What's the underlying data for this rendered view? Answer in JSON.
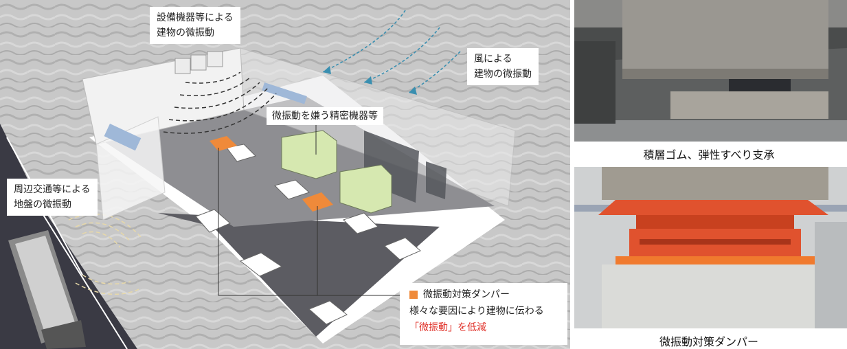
{
  "callouts": {
    "equipment": [
      "設備機器等による",
      "建物の微振動"
    ],
    "wind": [
      "風による",
      "建物の微振動"
    ],
    "traffic": [
      "周辺交通等による",
      "地盤の微振動"
    ],
    "precision": "微振動を嫌う精密機器等"
  },
  "legend": {
    "damper": "微振動対策ダンパー",
    "line2": "様々な要因により建物に伝わる",
    "line3": "「微振動」を低減"
  },
  "photos": [
    {
      "caption": "積層ゴム、弾性すべり支承"
    },
    {
      "caption": "微振動対策ダンパー"
    }
  ],
  "colors": {
    "damper": "#ef8a3a",
    "reduce_text": "#e0322a",
    "wind_arrow": "#3a8fb0",
    "equipment_box": "#d6e8b0"
  }
}
